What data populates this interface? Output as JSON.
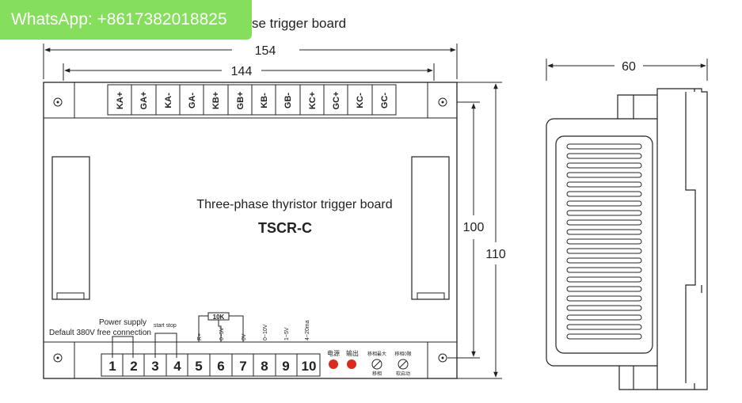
{
  "watermark": "WhatsApp: +8617382018825",
  "caption_partial": "se trigger board",
  "dimensions": {
    "overall_width": "154",
    "inner_width": "144",
    "inner_height": "100",
    "overall_height": "110",
    "depth": "60"
  },
  "board": {
    "description": "Three-phase thyristor trigger board",
    "model": "TSCR-C"
  },
  "top_terminals": [
    "KA+",
    "GA+",
    "KA-",
    "GA-",
    "KB+",
    "GB+",
    "KB-",
    "GB-",
    "KC+",
    "GC+",
    "KC-",
    "GC-"
  ],
  "bottom_terminals": [
    "1",
    "2",
    "3",
    "4",
    "5",
    "6",
    "7",
    "8",
    "9",
    "10"
  ],
  "bottom_labels": {
    "power_supply": "Power supply",
    "default_380v": "Default 380V free connection",
    "start_stop": "start stop",
    "resistor": "10K",
    "r_plus": "R+",
    "v0_5": "0~5V",
    "v0": "0V",
    "v0_10": "0~10V",
    "v1_5": "1~5V",
    "ma4_20": "4~20ma"
  },
  "leds": {
    "power": "电源",
    "output": "输出"
  },
  "knobs": {
    "left_top": "移相最大",
    "left_bottom": "移相",
    "right_top": "移相0限",
    "right_bottom": "软启动"
  },
  "colors": {
    "led": "#d92b1f",
    "stroke": "#222222",
    "watermark_bg": "#86df5c"
  }
}
